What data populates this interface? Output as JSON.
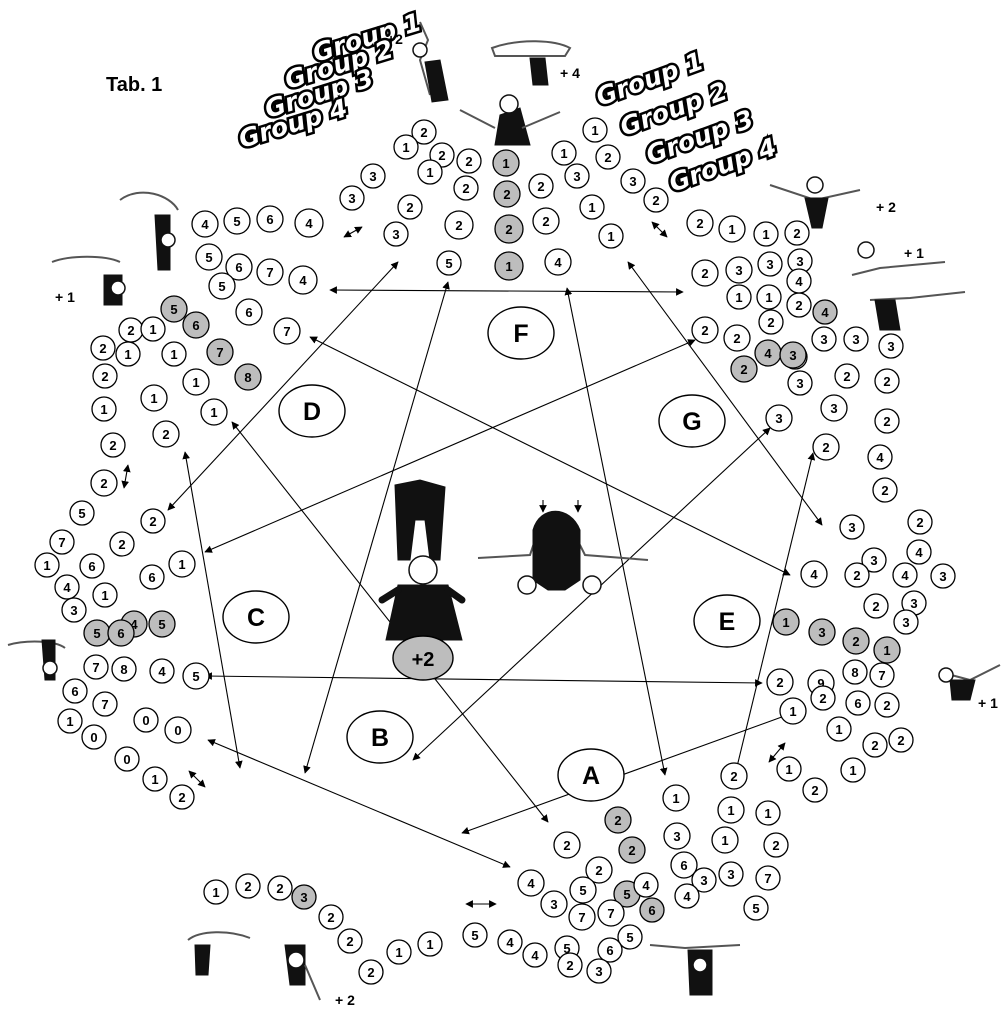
{
  "title": "Tab. 1",
  "groups_left": [
    "Group 1",
    "Group 2",
    "Group 3",
    "Group 4"
  ],
  "groups_right": [
    "Group 1",
    "Group 2",
    "Group 3",
    "Group 4"
  ],
  "zones": [
    "F",
    "D",
    "G",
    "C",
    "E",
    "B",
    "A"
  ],
  "center_bonus": "+2",
  "figure_bonuses": [
    "+2",
    "+ 4",
    "+ 2",
    "+ 1",
    "+ 1",
    "+ 1",
    "+ 2"
  ],
  "circle_values": [
    "2",
    "1",
    "2",
    "3",
    "2",
    "3",
    "3",
    "2",
    "1",
    "1",
    "2",
    "2",
    "2",
    "2",
    "5",
    "1",
    "2",
    "2",
    "4",
    "3",
    "1",
    "1",
    "2",
    "1",
    "3",
    "2",
    "1",
    "2",
    "1",
    "1",
    "2",
    "2",
    "3",
    "3",
    "3",
    "4",
    "5",
    "6",
    "4",
    "5",
    "6",
    "7",
    "4",
    "5",
    "6",
    "7",
    "5",
    "6",
    "7",
    "8",
    "2",
    "2",
    "1",
    "1",
    "1",
    "2",
    "1",
    "1",
    "1",
    "1",
    "2",
    "2",
    "2",
    "2",
    "2",
    "1",
    "6",
    "5",
    "7",
    "6",
    "1",
    "4",
    "1",
    "3",
    "4",
    "5",
    "5",
    "6",
    "7",
    "8",
    "4",
    "5",
    "6",
    "7",
    "0",
    "0",
    "1",
    "0",
    "0",
    "1",
    "2",
    "2",
    "2",
    "2",
    "2",
    "1",
    "1",
    "4",
    "4",
    "3",
    "3",
    "3",
    "3",
    "2",
    "2",
    "3",
    "4",
    "3",
    "2",
    "3",
    "3",
    "2",
    "2",
    "4",
    "2",
    "2",
    "3",
    "3",
    "4",
    "4",
    "2",
    "4",
    "2",
    "3",
    "3",
    "3",
    "1",
    "3",
    "2",
    "1",
    "2",
    "9",
    "8",
    "7",
    "6",
    "2",
    "2",
    "1",
    "1",
    "2",
    "2",
    "1",
    "1",
    "2",
    "2",
    "2",
    "1",
    "1",
    "2",
    "1",
    "3",
    "2",
    "1",
    "6",
    "2",
    "2",
    "5",
    "5",
    "4",
    "6",
    "3",
    "3",
    "7",
    "5",
    "4",
    "7",
    "7",
    "3",
    "4",
    "5",
    "6",
    "5",
    "4",
    "3",
    "2",
    "4",
    "5",
    "1",
    "1",
    "2",
    "2",
    "2",
    "3",
    "2",
    "2",
    "1",
    "2",
    "1",
    "1",
    "2",
    "1",
    "1",
    "3",
    "4"
  ]
}
